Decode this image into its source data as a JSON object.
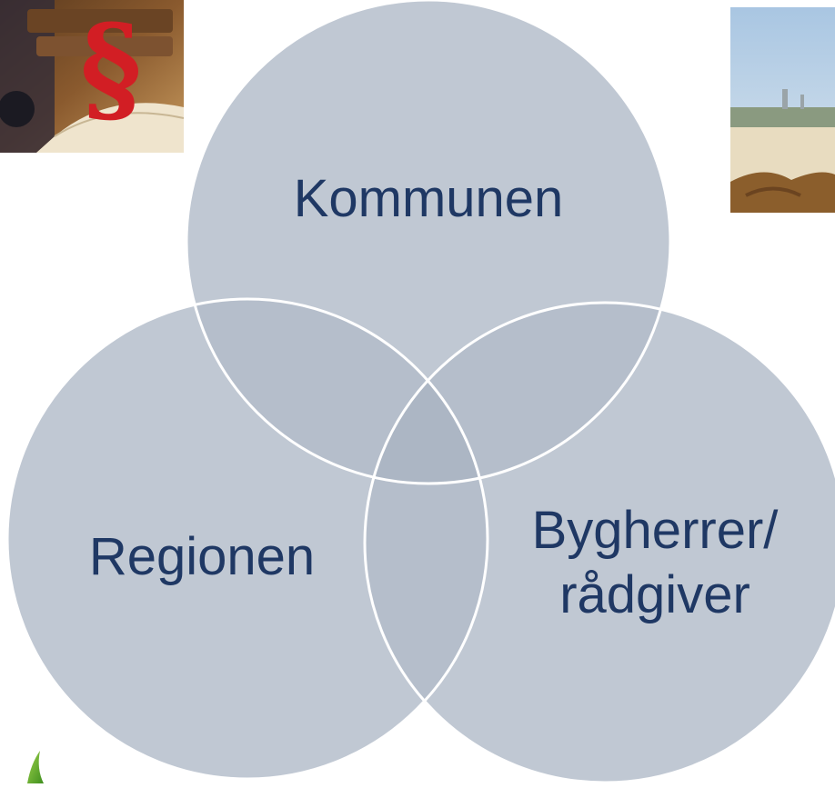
{
  "diagram": {
    "type": "venn",
    "circle_fill": "#cdd3dd",
    "overlap_tint": "#7e8fa4",
    "outline_color": "#ffffff",
    "text_color": "#1f3864",
    "sets": [
      {
        "id": "kommunen",
        "label": "Kommunen"
      },
      {
        "id": "regionen",
        "label": "Regionen"
      },
      {
        "id": "bygherrer",
        "label_lines": [
          "Bygherrer/",
          "rådgiver"
        ]
      }
    ]
  },
  "images": [
    {
      "name": "law-books-photo",
      "depicts": "red paragraph sign on law books"
    },
    {
      "name": "construction-site-photo",
      "depicts": "construction site with soil"
    },
    {
      "name": "green-check-icon",
      "depicts": "green checkmark"
    }
  ]
}
